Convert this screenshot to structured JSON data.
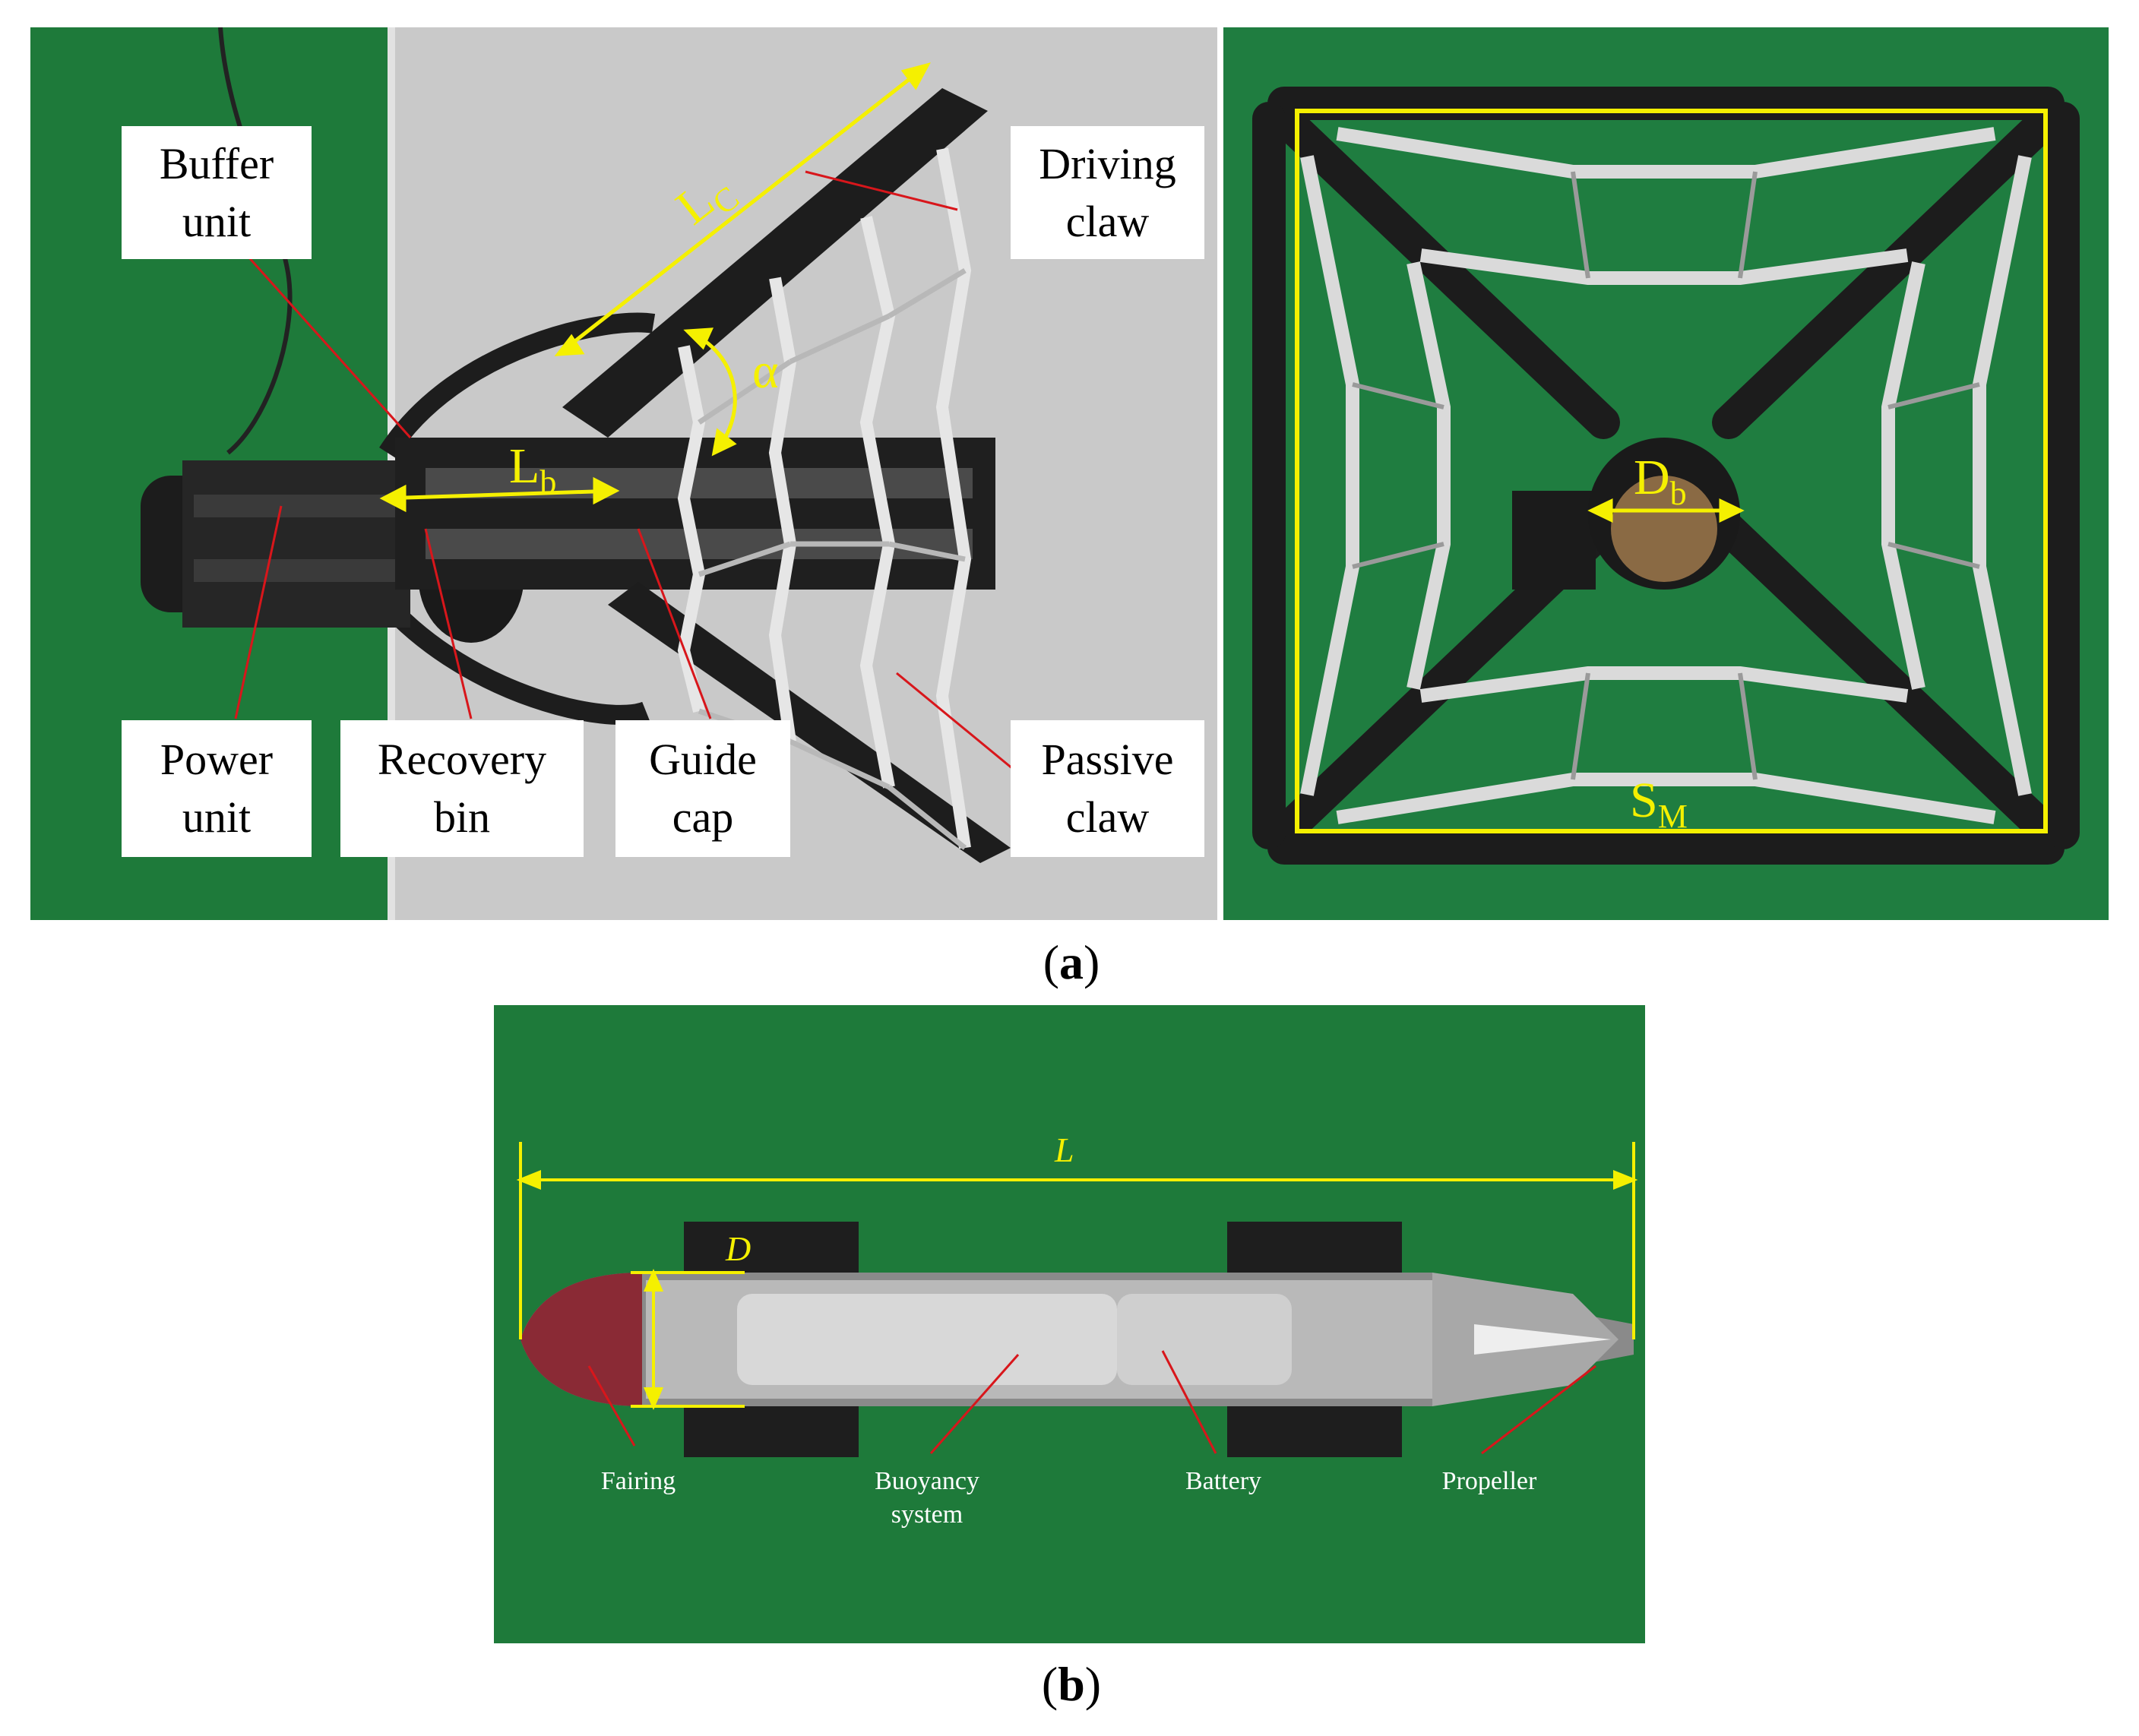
{
  "panel_a": {
    "callouts": {
      "buffer_unit": [
        "Buffer",
        "unit"
      ],
      "driving_claw": [
        "Driving",
        "claw"
      ],
      "power_unit": [
        "Power",
        "unit"
      ],
      "recovery_bin": [
        "Recovery",
        "bin"
      ],
      "guide_cap": [
        "Guide",
        "cap"
      ],
      "passive_claw": [
        "Passive",
        "claw"
      ]
    },
    "dimension_labels": {
      "lc": {
        "main": "L",
        "sub": "C"
      },
      "alpha": "α",
      "lb": {
        "main": "L",
        "sub": "b"
      },
      "db": {
        "main": "D",
        "sub": "b"
      },
      "sm": {
        "main": "S",
        "sub": "M"
      }
    },
    "caption": {
      "open": "(",
      "letter": "a",
      "close": ")"
    }
  },
  "panel_b": {
    "dimension_labels": {
      "length": "L",
      "diameter": "D"
    },
    "part_labels": {
      "fairing": "Fairing",
      "buoyancy_system": [
        "Buoyancy",
        "system"
      ],
      "battery": "Battery",
      "propeller": "Propeller"
    },
    "caption": {
      "open": "(",
      "letter": "b",
      "close": ")"
    }
  },
  "colors": {
    "annotation_yellow": "#f5f000",
    "leader_red": "#d8161b",
    "floor_green": "#1e7a3a",
    "wall_grey": "#c6c6c6",
    "frame_black": "#222222",
    "hull_red": "#8a2a35"
  }
}
